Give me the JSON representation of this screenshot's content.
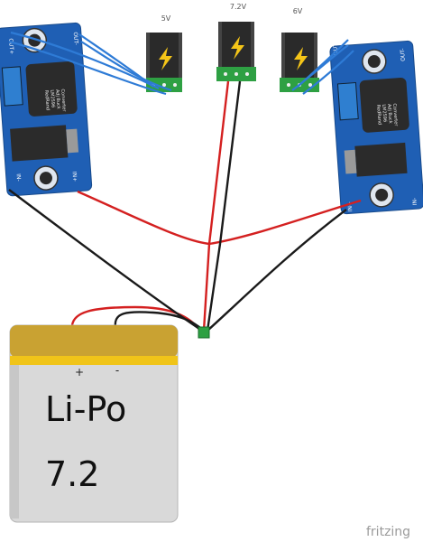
{
  "jacks": [
    {
      "voltage": "5V"
    },
    {
      "voltage": "7.2V"
    },
    {
      "voltage": "6V"
    }
  ],
  "buck_left": {
    "silk_lines": [
      "RedRand",
      "LM2596",
      "Adj Buck",
      "Converter"
    ],
    "pin_out_plus": "OUT+",
    "pin_out_minus": "OUT-",
    "pin_in_plus": "IN+",
    "pin_in_minus": "IN-"
  },
  "buck_right": {
    "silk_lines": [
      "RedRand",
      "LM2596",
      "Adj Buck",
      "Converter"
    ],
    "pin_out_plus": "OUT+",
    "pin_out_minus": "OUT-",
    "pin_in_plus": "IN+",
    "pin_in_minus": "IN-"
  },
  "battery": {
    "plus_label": "+",
    "minus_label": "-",
    "type_label": "Li-Po",
    "voltage_label": "7.2"
  },
  "watermark": "fritzing",
  "colors": {
    "board_blue": "#1f5fb4",
    "wire_red": "#d42020",
    "wire_black": "#1a1a1a",
    "wire_blue": "#2e7bd6",
    "jack_green": "#2ea043",
    "battery_gold": "#c9a232",
    "battery_body": "#d6d6d6"
  }
}
